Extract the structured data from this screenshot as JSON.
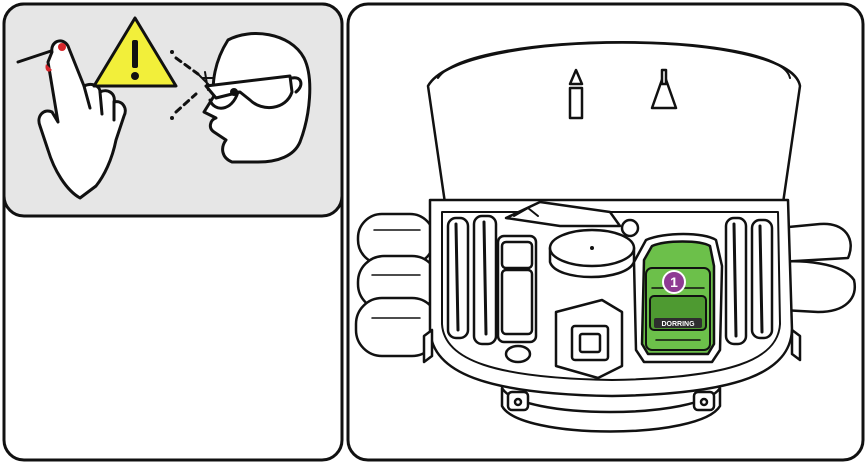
{
  "page": {
    "panels": [
      "warning-panel",
      "kit-panel"
    ]
  },
  "warning": {
    "sign_symbol": "!",
    "colors": {
      "sign_fill": "#f2ef3a",
      "panel_bg": "#e6e6e6",
      "blood": "#d6262b"
    },
    "icons": [
      "finger-cut-icon",
      "warning-triangle-icon",
      "eye-protection-icon"
    ]
  },
  "kit": {
    "brand_label": "DORRING",
    "callout_number": "1",
    "colors": {
      "highlight_device": "#6cc04a",
      "callout": "#8e3b93",
      "outline": "#111111"
    }
  }
}
